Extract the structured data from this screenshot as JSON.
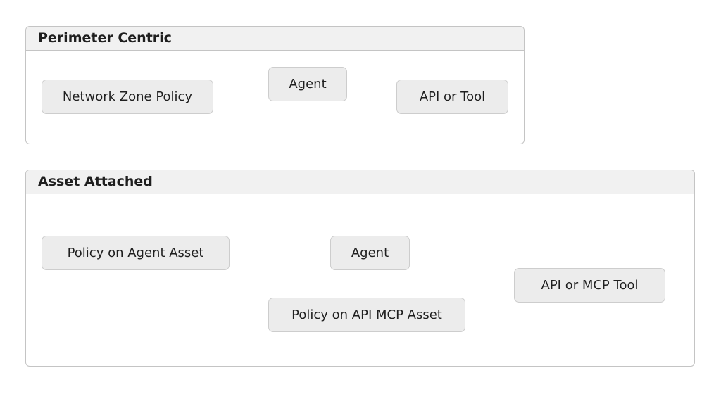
{
  "colors": {
    "arrow": "#1e7c8a",
    "connector": "#cfcfcf",
    "node_fill": "#ececec",
    "header_fill": "#f1f1f1"
  },
  "perimeter": {
    "title": "Perimeter Centric",
    "nodes": {
      "policy": "Network Zone Policy",
      "agent": "Agent",
      "tool": "API or Tool"
    }
  },
  "asset": {
    "title": "Asset Attached",
    "nodes": {
      "agent_policy": "Policy on Agent Asset",
      "agent": "Agent",
      "api_policy": "Policy on API MCP Asset",
      "tool": "API or MCP Tool"
    }
  }
}
